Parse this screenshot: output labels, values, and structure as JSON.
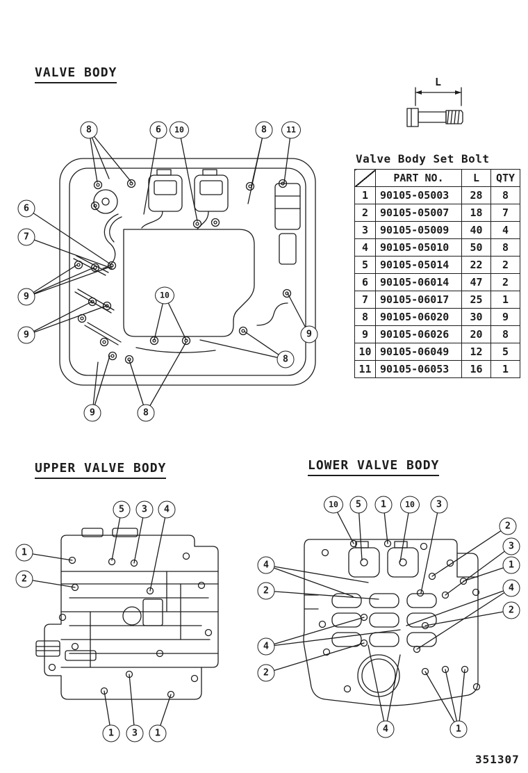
{
  "titles": {
    "main": "VALVE BODY",
    "upper": "UPPER VALVE BODY",
    "lower": "LOWER VALVE BODY"
  },
  "bolt_diagram": {
    "dim_label": "L"
  },
  "table": {
    "title": "Valve Body Set Bolt",
    "headers": {
      "part_no": "PART NO.",
      "length": "L",
      "qty": "QTY"
    },
    "rows": [
      {
        "no": "1",
        "part": "90105-05003",
        "l": "28",
        "qty": "8"
      },
      {
        "no": "2",
        "part": "90105-05007",
        "l": "18",
        "qty": "7"
      },
      {
        "no": "3",
        "part": "90105-05009",
        "l": "40",
        "qty": "4"
      },
      {
        "no": "4",
        "part": "90105-05010",
        "l": "50",
        "qty": "8"
      },
      {
        "no": "5",
        "part": "90105-05014",
        "l": "22",
        "qty": "2"
      },
      {
        "no": "6",
        "part": "90105-06014",
        "l": "47",
        "qty": "2"
      },
      {
        "no": "7",
        "part": "90105-06017",
        "l": "25",
        "qty": "1"
      },
      {
        "no": "8",
        "part": "90105-06020",
        "l": "30",
        "qty": "9"
      },
      {
        "no": "9",
        "part": "90105-06026",
        "l": "20",
        "qty": "8"
      },
      {
        "no": "10",
        "part": "90105-06049",
        "l": "12",
        "qty": "5"
      },
      {
        "no": "11",
        "part": "90105-06053",
        "l": "16",
        "qty": "1"
      }
    ]
  },
  "callouts": {
    "main": [
      "8",
      "6",
      "10",
      "8",
      "11",
      "6",
      "7",
      "9",
      "9",
      "10",
      "9",
      "8",
      "9",
      "8"
    ],
    "upper": [
      "5",
      "3",
      "4",
      "1",
      "2",
      "1",
      "3",
      "1"
    ],
    "lower": [
      "10",
      "5",
      "1",
      "10",
      "3",
      "2",
      "3",
      "1",
      "4",
      "2",
      "4",
      "2",
      "4",
      "2",
      "4",
      "1"
    ]
  },
  "footer": {
    "doc_number": "351307"
  },
  "colors": {
    "ink": "#1c1c1c",
    "background": "#ffffff"
  }
}
